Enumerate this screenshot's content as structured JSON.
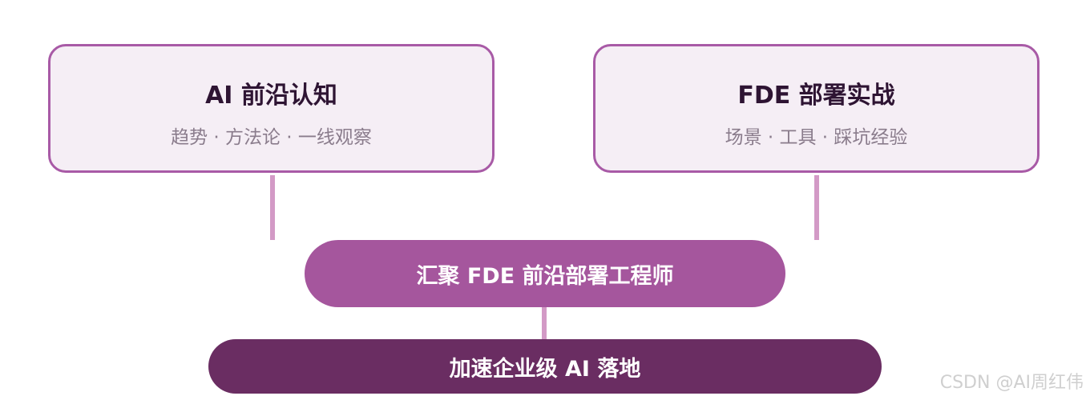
{
  "diagram": {
    "top_left": {
      "title": "AI 前沿认知",
      "subtitle": "趋势 · 方法论 · 一线观察"
    },
    "top_right": {
      "title": "FDE 部署实战",
      "subtitle": "场景 · 工具 · 踩坑经验"
    },
    "middle": {
      "label": "汇聚 FDE 前沿部署工程师"
    },
    "bottom": {
      "label": "加速企业级 AI 落地"
    },
    "colors": {
      "box_border": "#a85aa6",
      "box_fill": "#f5eef5",
      "connector": "#d39ac6",
      "middle_fill": "#a5569d",
      "bottom_fill": "#6a2d62"
    }
  },
  "watermark": "CSDN @AI周红伟"
}
